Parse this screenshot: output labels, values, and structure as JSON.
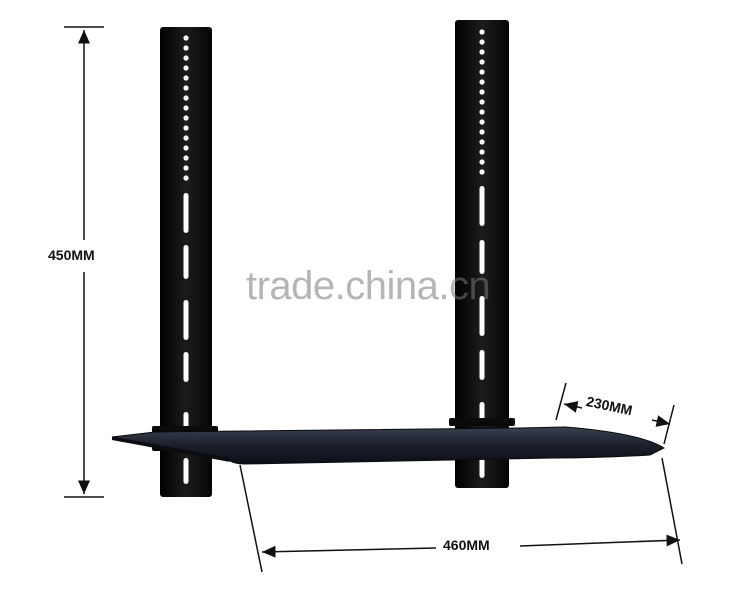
{
  "dimensions": {
    "height_label": "450MM",
    "width_label": "460MM",
    "depth_label": "230MM"
  },
  "watermark": {
    "text": "trade.china.cn"
  },
  "colors": {
    "background": "#ffffff",
    "bracket": "#111111",
    "shelf_glass": "#1a1f2b",
    "dimension_line": "#111111"
  }
}
